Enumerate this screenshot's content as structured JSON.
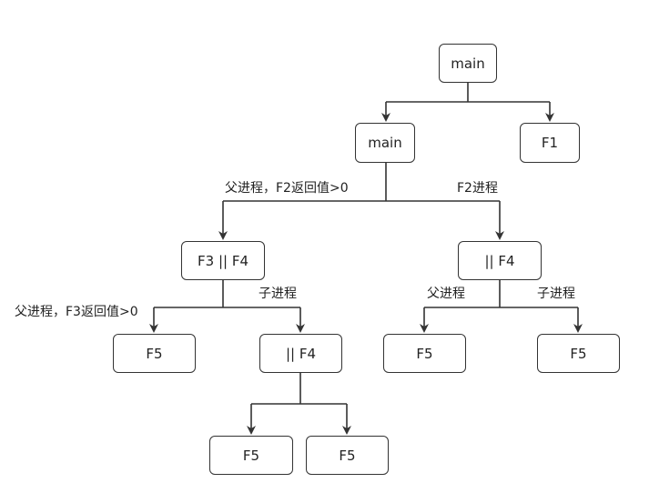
{
  "nodes": {
    "root": "main",
    "main2": "main",
    "f1": "F1",
    "f3f4": "F3 || F4",
    "f4_right": "|| F4",
    "f5_left": "F5",
    "f4_mid": "|| F4",
    "f5_r1": "F5",
    "f5_r2": "F5",
    "f5_b1": "F5",
    "f5_b2": "F5"
  },
  "edge_labels": {
    "parent_f2": "父进程，F2返回值>0",
    "f2_process": "F2进程",
    "child_f3f4": "子进程",
    "parent_f3": "父进程，F3返回值>0",
    "parent_right": "父进程",
    "child_right": "子进程"
  },
  "colors": {
    "stroke": "#333333",
    "text": "#222222",
    "background": "#ffffff"
  }
}
